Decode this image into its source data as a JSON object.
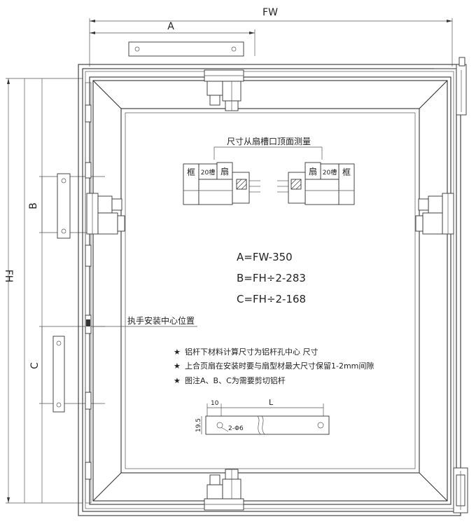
{
  "dimensions": {
    "fw": "FW",
    "fh": "FH",
    "a": "A",
    "b": "B",
    "c": "C"
  },
  "measure_note": "尺寸从扇槽口顶面测量",
  "section_labels": {
    "left": {
      "frame": "框",
      "groove": "20槽",
      "sash": "扇"
    },
    "right": {
      "sash": "扇",
      "groove": "20槽",
      "frame": "框"
    }
  },
  "formulas": [
    "A=FW-350",
    "B=FH÷2-283",
    "C=FH÷2-168"
  ],
  "handle_label": "执手安装中心位置",
  "notes": [
    "铝杆下材料计算尺寸为铝杆孔中心      尺寸",
    "上合页扇在安装时要与扇型材最大尺寸保留1-2mm间隙",
    "图注A、B、C为需要剪切铝杆"
  ],
  "star_symbol": "★",
  "bar_detail": {
    "dim_10": "10",
    "dim_L": "L",
    "dim_19_5": "19.5",
    "hole_label": "2-Φ6"
  }
}
